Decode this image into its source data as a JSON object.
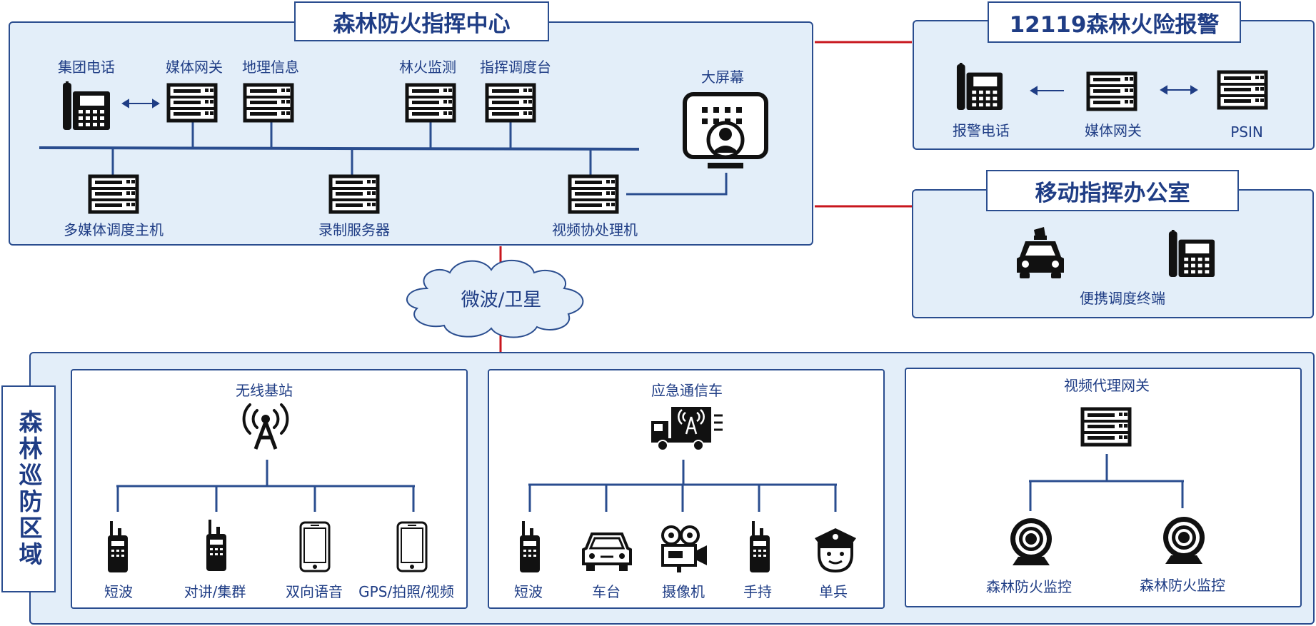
{
  "colors": {
    "primary": "#1f3d85",
    "line": "#2a4d8f",
    "accent": "#c8161d",
    "panel_bg": "#e3eef9",
    "icon": "#111111"
  },
  "command_center": {
    "title": "森林防火指挥中心",
    "nodes": {
      "group_phone": "集团电话",
      "media_gateway": "媒体网关",
      "geo_info": "地理信息",
      "fire_monitor": "林火监测",
      "dispatch_desk": "指挥调度台",
      "big_screen": "大屏幕",
      "multimedia_host": "多媒体调度主机",
      "record_server": "录制服务器",
      "video_coprocessor": "视频协处理机"
    },
    "icons": {
      "phone": "desk-phone-icon",
      "server": "server-icon",
      "screen": "video-wall-icon"
    }
  },
  "alarm_center": {
    "title": "12119森林火险报警",
    "nodes": {
      "alarm_phone": "报警电话",
      "media_gateway": "媒体网关",
      "psin": "PSIN"
    }
  },
  "mobile_office": {
    "title": "移动指挥办公室",
    "nodes": {
      "portable_terminal": "便携调度终端"
    },
    "icons": {
      "car": "police-car-icon",
      "phone": "desk-phone-icon"
    }
  },
  "link": {
    "label": "微波/卫星"
  },
  "patrol_area": {
    "title": "森林巡防区域",
    "wireless": {
      "title": "无线基站",
      "items": [
        "短波",
        "对讲/集群",
        "双向语音",
        "GPS/拍照/视频"
      ]
    },
    "emergency_vehicle": {
      "title": "应急通信车",
      "items": [
        "短波",
        "车台",
        "摄像机",
        "手持",
        "单兵"
      ]
    },
    "video_proxy": {
      "title": "视频代理网关",
      "items": [
        "森林防火监控",
        "森林防火监控"
      ]
    }
  }
}
